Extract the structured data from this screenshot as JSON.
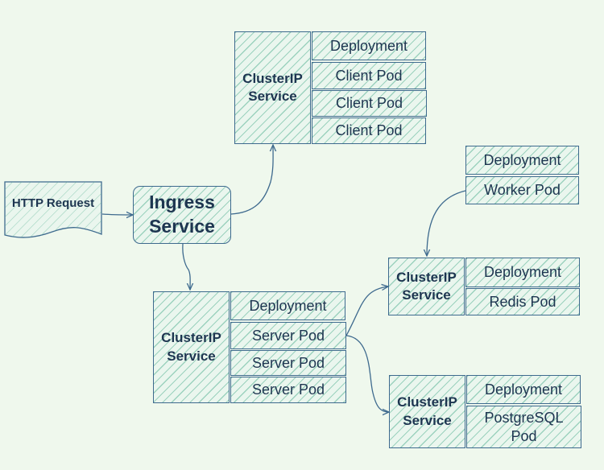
{
  "diagram": {
    "http_request": "HTTP Request",
    "ingress": "Ingress\nService",
    "client_group": {
      "service": "ClusterIP\nService",
      "deployment": "Deployment",
      "pods": [
        "Client Pod",
        "Client Pod",
        "Client Pod"
      ]
    },
    "server_group": {
      "service": "ClusterIP\nService",
      "deployment": "Deployment",
      "pods": [
        "Server Pod",
        "Server Pod",
        "Server Pod"
      ]
    },
    "worker_group": {
      "deployment": "Deployment",
      "pod": "Worker Pod"
    },
    "redis_group": {
      "service": "ClusterIP\nService",
      "deployment": "Deployment",
      "pod": "Redis Pod"
    },
    "postgres_group": {
      "service": "ClusterIP\nService",
      "deployment": "Deployment",
      "pod": "PostgreSQL\nPod"
    }
  },
  "colors": {
    "background": "#eff8ed",
    "stroke": "#3e6a8e",
    "hatch": "#5cb496",
    "text": "#1d3550"
  }
}
